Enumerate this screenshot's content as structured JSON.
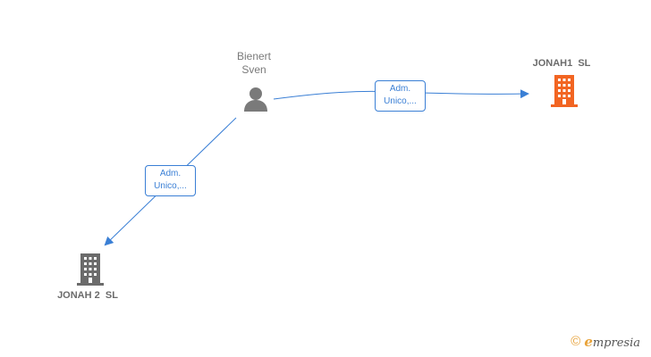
{
  "person": {
    "name_line1": "Bienert",
    "name_line2": "Sven"
  },
  "companies": [
    {
      "name": "JONAH1  SL",
      "color": "#f26522",
      "highlighted": true
    },
    {
      "name": "JONAH 2  SL",
      "color": "#6b6b6b",
      "highlighted": false
    }
  ],
  "relations": [
    {
      "from": "Bienert Sven",
      "to": "JONAH1  SL",
      "label_line1": "Adm.",
      "label_line2": "Unico,..."
    },
    {
      "from": "Bienert Sven",
      "to": "JONAH 2  SL",
      "label_line1": "Adm.",
      "label_line2": "Unico,..."
    }
  ],
  "colors": {
    "edge": "#3a7fd5",
    "person_icon": "#7a7a7a",
    "building_default": "#6b6b6b",
    "building_highlight": "#f26522",
    "brand_accent": "#e8a33a"
  },
  "watermark": {
    "symbol": "©",
    "brand_initial": "e",
    "brand_rest": "mpresia"
  }
}
